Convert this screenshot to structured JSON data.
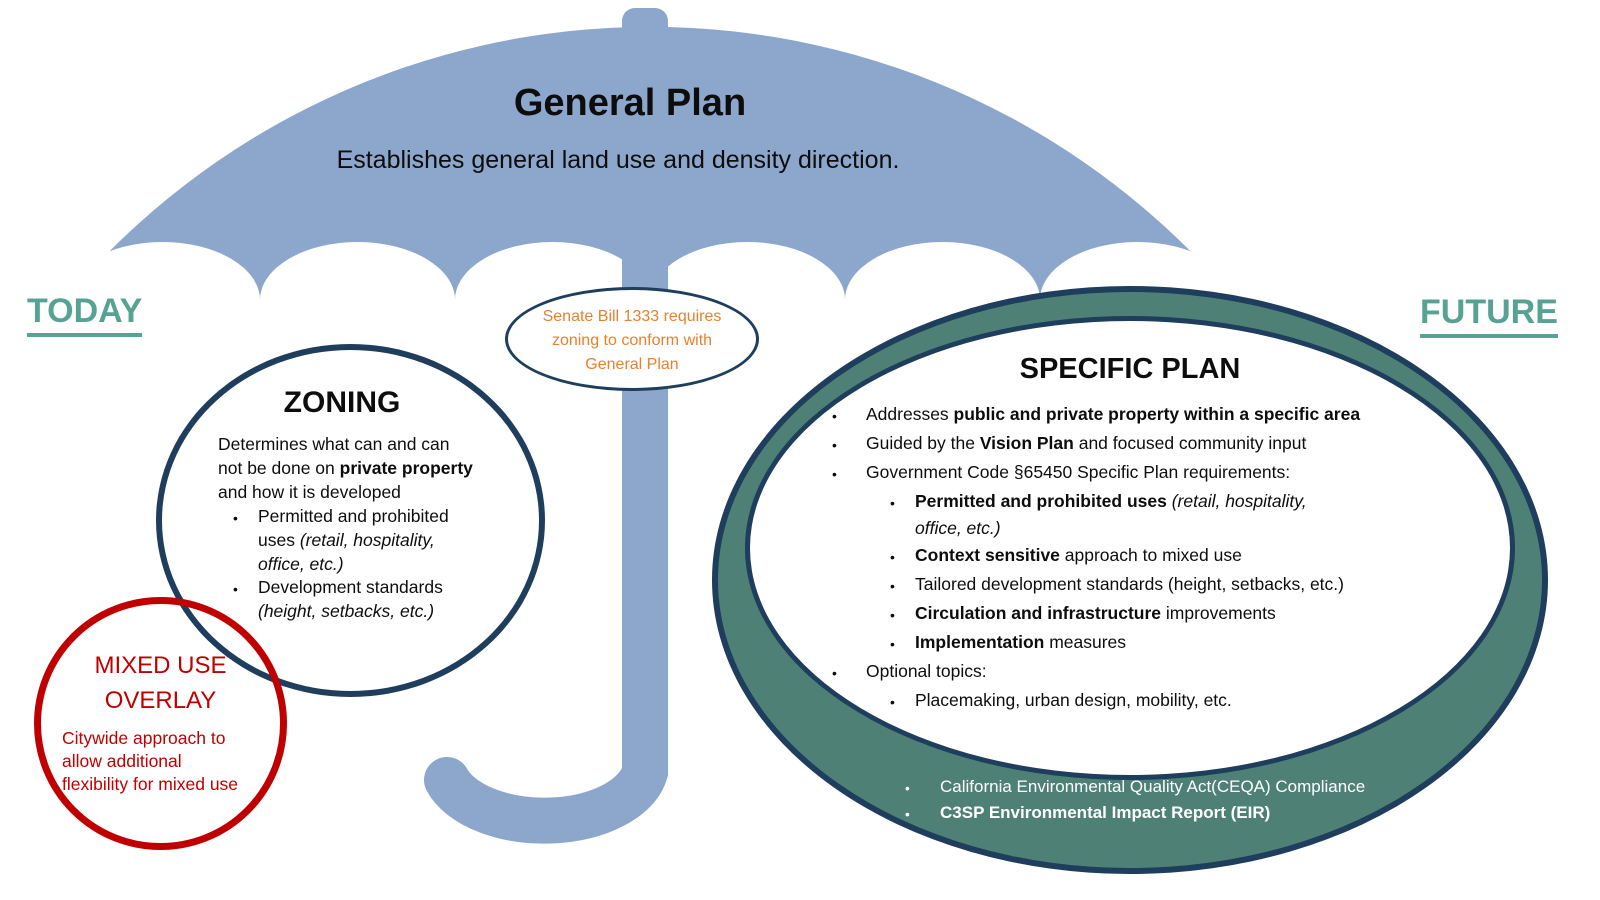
{
  "slide": {
    "umbrella": {
      "title": "General Plan",
      "subtitle": "Establishes general land use and density direction.",
      "canopy_color": "#8CA6CC"
    },
    "timeline": {
      "today": "TODAY",
      "future": "FUTURE",
      "label_color": "#58A294"
    },
    "senate_callout": {
      "text": "Senate Bill 1333 requires zoning to conform with General Plan",
      "text_color": "#E8802F",
      "border_color": "#1F3D5C"
    },
    "zoning": {
      "title": "ZONING",
      "border_color": "#1F3D5C",
      "intro": [
        {
          "t": "Determines what can and can\nnot be done on "
        },
        {
          "t": "private property",
          "b": true
        },
        {
          "t": "\nand how it is developed"
        }
      ],
      "bullets": [
        {
          "level": 1,
          "segments": [
            {
              "t": "Permitted and prohibited\nuses "
            },
            {
              "t": "(retail, hospitality,\noffice, etc.)",
              "i": true
            }
          ]
        },
        {
          "level": 1,
          "segments": [
            {
              "t": "Development standards\n"
            },
            {
              "t": "(height, setbacks, etc.)",
              "i": true
            }
          ]
        }
      ]
    },
    "mixed_use_overlay": {
      "title": "MIXED USE OVERLAY",
      "body": "Citywide approach to\nallow additional\nflexibility for mixed use",
      "color": "#C00000"
    },
    "specific_plan": {
      "title": "SPECIFIC PLAN",
      "ring_color": "#4E8076",
      "border_color": "#1F3D5C",
      "bullets": [
        {
          "level": 1,
          "segments": [
            {
              "t": "Addresses "
            },
            {
              "t": "public and private property within a specific area",
              "b": true
            }
          ]
        },
        {
          "level": 1,
          "segments": [
            {
              "t": "Guided by the "
            },
            {
              "t": "Vision Plan",
              "b": true
            },
            {
              "t": " and focused community input"
            }
          ]
        },
        {
          "level": 1,
          "segments": [
            {
              "t": "Government Code §65450 Specific Plan requirements:"
            }
          ]
        },
        {
          "level": 2,
          "segments": [
            {
              "t": "Permitted and prohibited uses ",
              "b": true
            },
            {
              "t": "(retail, hospitality,\noffice, etc.)",
              "i": true
            }
          ]
        },
        {
          "level": 2,
          "segments": [
            {
              "t": "Context sensitive ",
              "b": true
            },
            {
              "t": "approach to mixed use"
            }
          ]
        },
        {
          "level": 2,
          "segments": [
            {
              "t": "Tailored development standards (height, setbacks, etc.)"
            }
          ]
        },
        {
          "level": 2,
          "segments": [
            {
              "t": "Circulation and infrastructure ",
              "b": true
            },
            {
              "t": "improvements"
            }
          ]
        },
        {
          "level": 2,
          "segments": [
            {
              "t": "Implementation ",
              "b": true
            },
            {
              "t": "measures"
            }
          ]
        },
        {
          "level": 1,
          "segments": [
            {
              "t": "Optional topics:"
            }
          ]
        },
        {
          "level": 2,
          "segments": [
            {
              "t": " Placemaking, urban design, mobility, etc."
            }
          ]
        }
      ],
      "footer_bullets": [
        {
          "level": 1,
          "segments": [
            {
              "t": "California Environmental Quality Act(CEQA) Compliance"
            }
          ]
        },
        {
          "level": 1,
          "segments": [
            {
              "t": "C3SP Environmental Impact Report (EIR)",
              "b": true
            }
          ]
        }
      ]
    }
  }
}
